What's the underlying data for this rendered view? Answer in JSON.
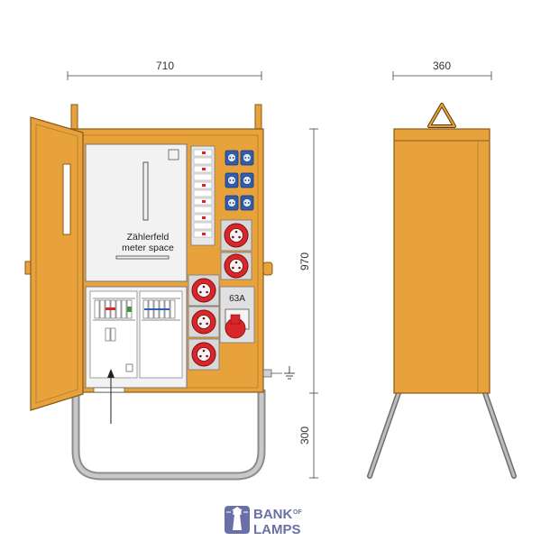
{
  "dimensions": {
    "front_width": "710",
    "side_width": "360",
    "height_cabinet": "970",
    "height_legs": "300"
  },
  "labels": {
    "meter_space_de": "Zählerfeld",
    "meter_space_en": "meter space",
    "switch_rating": "63A"
  },
  "logo": {
    "line1": "BANK",
    "of": "OF",
    "line2": "LAMPS"
  },
  "colors": {
    "cabinet_orange": "#e8a23c",
    "cabinet_stroke": "#8a5a1a",
    "panel_white": "#f2f2f2",
    "socket_red": "#d9262b",
    "socket_blue": "#2f5fb3",
    "frame_grey": "#8c8c8c",
    "logo_purple": "#6b6fa8"
  },
  "icons": [
    "ground-symbol-icon",
    "arrow-up-icon",
    "lighthouse-icon",
    "lifting-ring-icon"
  ]
}
